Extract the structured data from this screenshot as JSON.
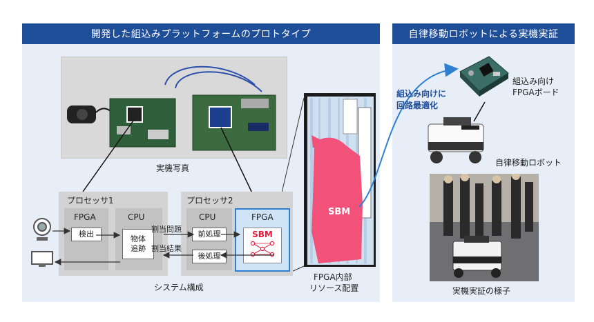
{
  "left_panel": {
    "header": "開発した組込みプラットフォームのプロトタイプ",
    "photo_caption": "実機写真",
    "system_caption": "システム構成",
    "processor1": {
      "title": "プロセッサ1",
      "fpga_label": "FPGA",
      "cpu_label": "CPU",
      "detect": "検出",
      "track_line1": "物体",
      "track_line2": "追跡"
    },
    "processor2": {
      "title": "プロセッサ2",
      "cpu_label": "CPU",
      "fpga_label": "FPGA",
      "pre": "前処理",
      "post": "後処理",
      "sbm": "SBM"
    },
    "arrow_labels": {
      "assign_problem": "割当問題",
      "assign_result": "割当結果"
    },
    "resource_map": {
      "sbm_label": "SBM",
      "caption_line1": "FPGA内部",
      "caption_line2": "リソース配置"
    }
  },
  "right_panel": {
    "header": "自律移動ロボットによる実機実証",
    "optimization_line1": "組込み向けに",
    "optimization_line2": "回路最適化",
    "fpga_board_line1": "組込み向け",
    "fpga_board_line2": "FPGAボード",
    "robot_label": "自律移動ロボット",
    "scene_caption": "実機実証の様子"
  },
  "colors": {
    "header_bg": "#1f4e99",
    "panel_bg": "#e7eef7",
    "accent_blue": "#2f7fd1",
    "sbm_red": "#e8193b",
    "sbm_pink": "#f2527a"
  }
}
